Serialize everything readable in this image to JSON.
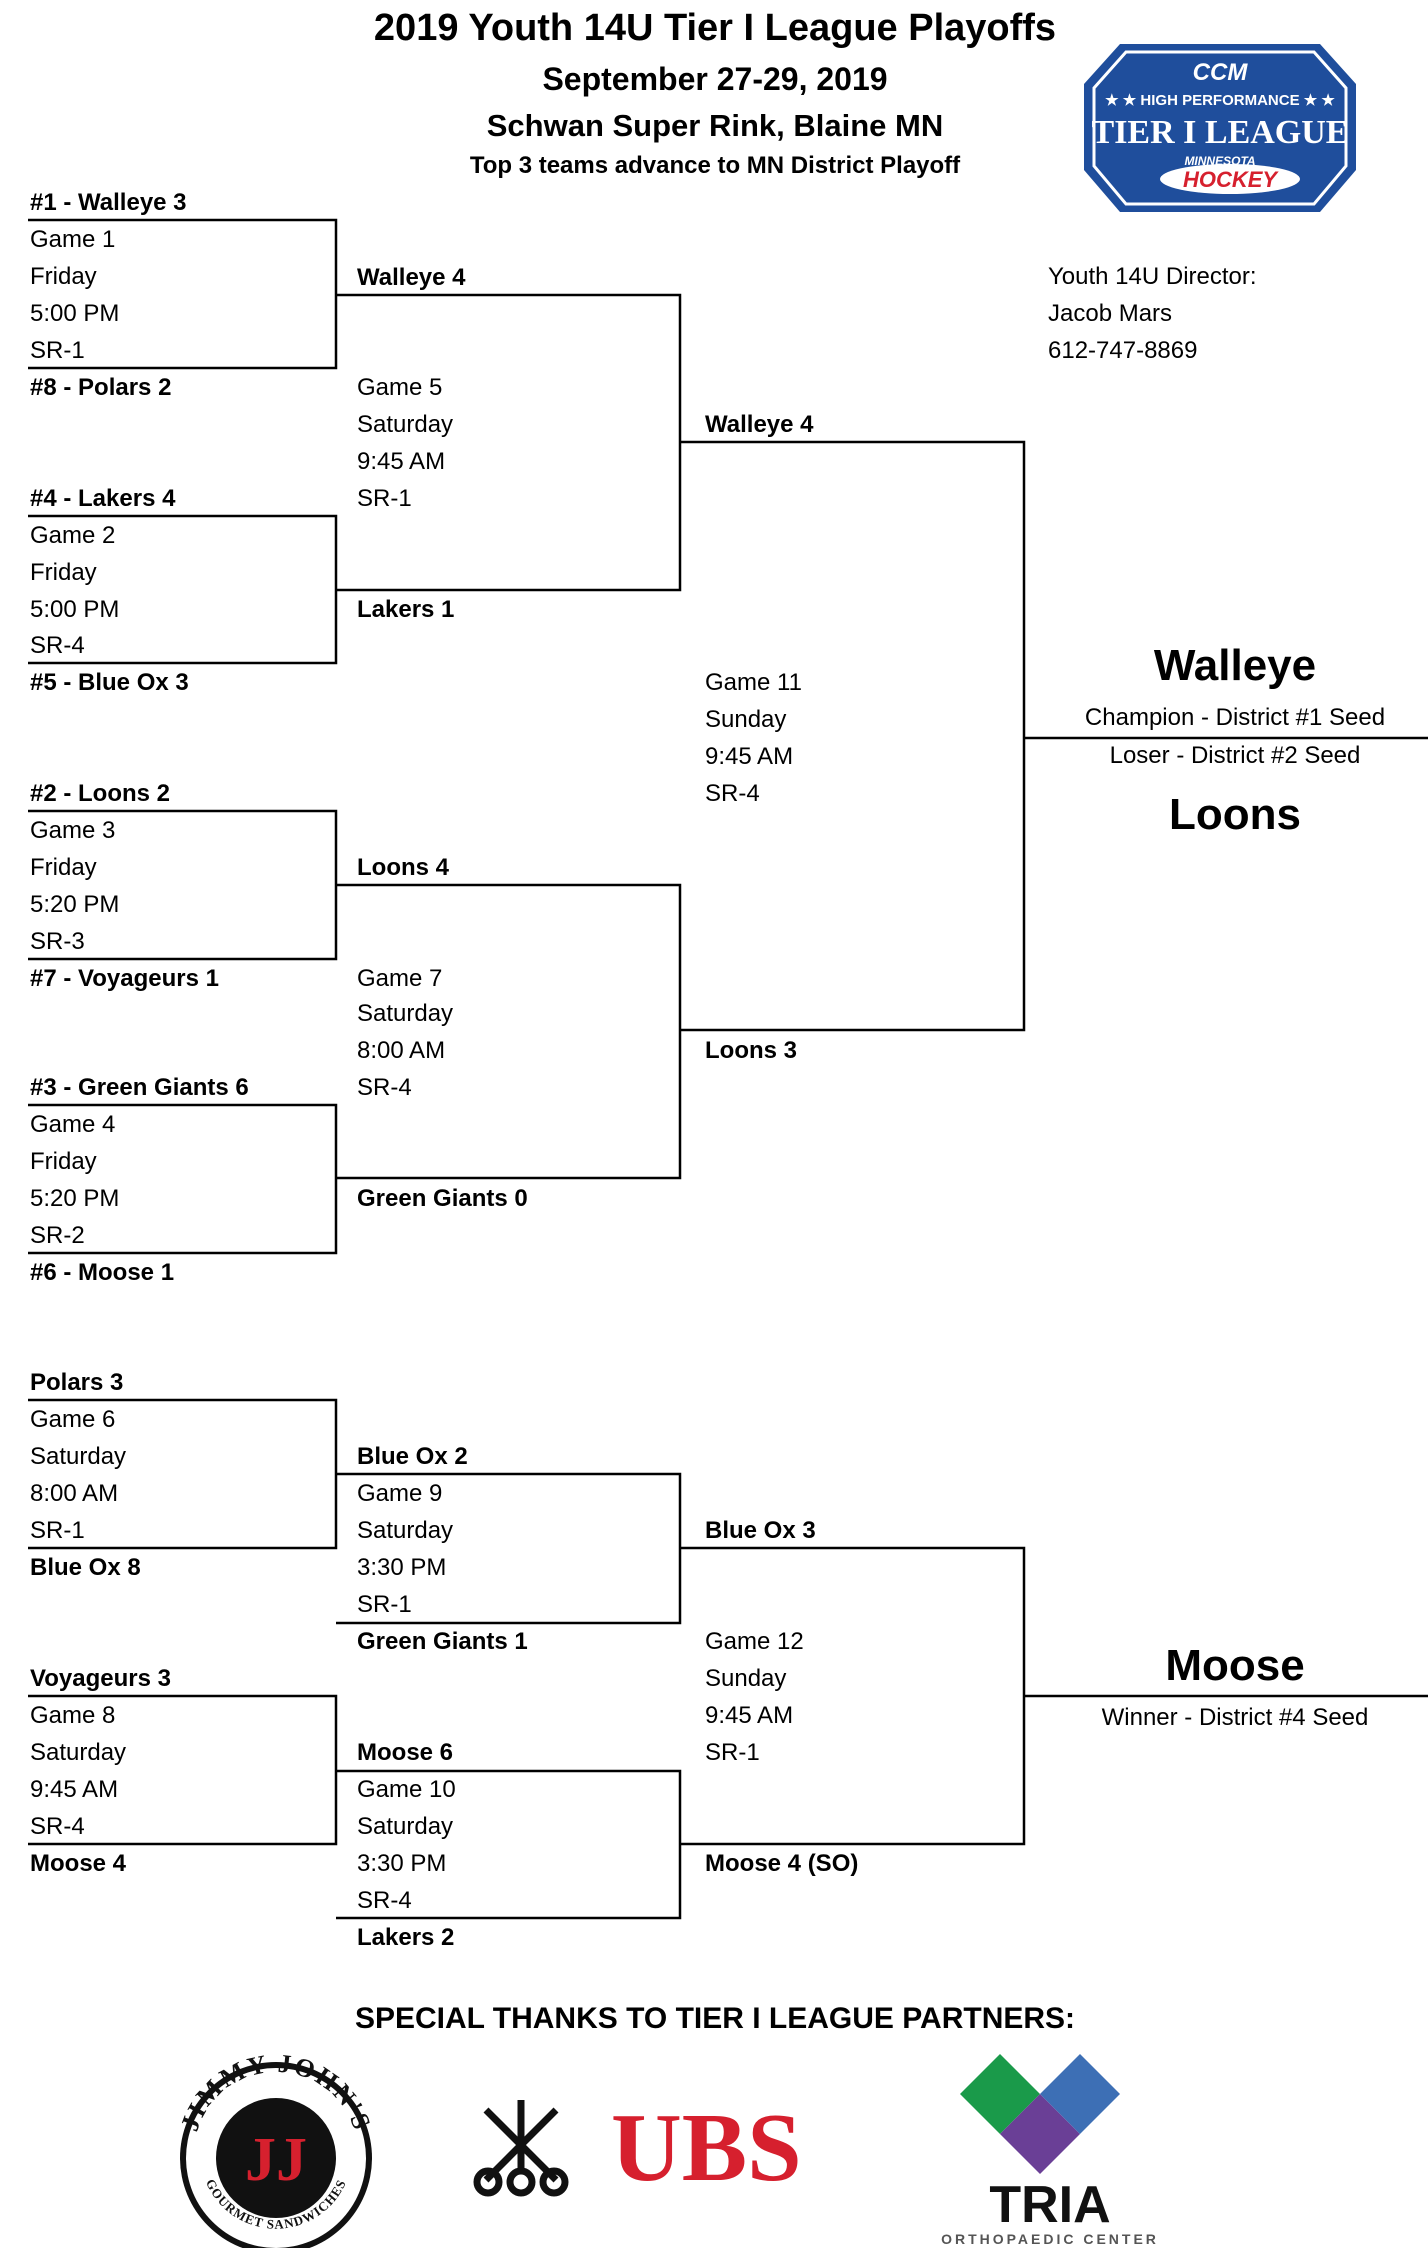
{
  "header": {
    "title": "2019 Youth 14U Tier I League Playoffs",
    "dates": "September 27-29, 2019",
    "venue": "Schwan Super Rink, Blaine MN",
    "note": "Top 3 teams advance to MN District Playoff"
  },
  "league_logo": {
    "brand": "CCM",
    "tagline": "★ ★ HIGH PERFORMANCE ★ ★",
    "name": "TIER I LEAGUE",
    "state": "MINNESOTA",
    "sport": "HOCKEY",
    "color_primary": "#1f4e9c",
    "color_accent": "#d6202e"
  },
  "director": {
    "label": "Youth 14U Director:",
    "name": "Jacob Mars",
    "phone": "612-747-8869"
  },
  "round1": {
    "g1": {
      "top": "#1 - Walleye 3",
      "game": "Game 1",
      "day": "Friday",
      "time": "5:00 PM",
      "rink": "SR-1",
      "bottom": "#8 - Polars 2"
    },
    "g2": {
      "top": "#4 - Lakers 4",
      "game": "Game 2",
      "day": "Friday",
      "time": "5:00 PM",
      "rink": "SR-4",
      "bottom": "#5 - Blue Ox 3"
    },
    "g3": {
      "top": "#2 - Loons 2",
      "game": "Game 3",
      "day": "Friday",
      "time": "5:20 PM",
      "rink": "SR-3",
      "bottom": "#7 - Voyageurs 1"
    },
    "g4": {
      "top": "#3 - Green Giants 6",
      "game": "Game 4",
      "day": "Friday",
      "time": "5:20 PM",
      "rink": "SR-2",
      "bottom": "#6 - Moose 1"
    }
  },
  "round2": {
    "g5": {
      "top": "Walleye 4",
      "game": "Game 5",
      "day": "Saturday",
      "time": "9:45 AM",
      "rink": "SR-1",
      "bottom": "Lakers 1"
    },
    "g7": {
      "top": "Loons 4",
      "game": "Game 7",
      "day": "Saturday",
      "time": "8:00 AM",
      "rink": "SR-4",
      "bottom": "Green Giants 0"
    }
  },
  "final": {
    "g11": {
      "top": "Walleye 4",
      "game": "Game 11",
      "day": "Sunday",
      "time": "9:45 AM",
      "rink": "SR-4",
      "bottom": "Loons 3"
    },
    "champion": "Walleye",
    "champion_label": "Champion - District #1 Seed",
    "loser_label": "Loser - District #2 Seed",
    "runner_up": "Loons"
  },
  "consolation": {
    "g6": {
      "top": "Polars 3",
      "game": "Game 6",
      "day": "Saturday",
      "time": "8:00 AM",
      "rink": "SR-1",
      "bottom": "Blue Ox 8"
    },
    "g8": {
      "top": "Voyageurs 3",
      "game": "Game 8",
      "day": "Saturday",
      "time": "9:45 AM",
      "rink": "SR-4",
      "bottom": "Moose 4"
    },
    "g9": {
      "top": "Blue Ox 2",
      "game": "Game 9",
      "day": "Saturday",
      "time": "3:30 PM",
      "rink": "SR-1",
      "bottom": "Green Giants 1"
    },
    "g10": {
      "top": "Moose 6",
      "game": "Game 10",
      "day": "Saturday",
      "time": "3:30 PM",
      "rink": "SR-4",
      "bottom": "Lakers 2"
    },
    "g12": {
      "top": "Blue Ox 3",
      "game": "Game 12",
      "day": "Sunday",
      "time": "9:45 AM",
      "rink": "SR-1",
      "bottom": "Moose 4 (SO)"
    },
    "winner": "Moose",
    "winner_label": "Winner - District #4 Seed"
  },
  "partners": {
    "heading": "SPECIAL THANKS TO TIER I LEAGUE PARTNERS:",
    "jimmy_johns": {
      "name": "JIMMY JOHN'S",
      "initials": "JJ",
      "sub": "GOURMET SANDWICHES",
      "color": "#d6202e"
    },
    "ubs": {
      "name": "UBS",
      "color": "#d6202e"
    },
    "tria": {
      "name": "TRIA",
      "sub": "ORTHOPAEDIC CENTER",
      "green": "#1a9a4a",
      "blue": "#3d6fb5",
      "purple": "#6a3f96"
    }
  }
}
